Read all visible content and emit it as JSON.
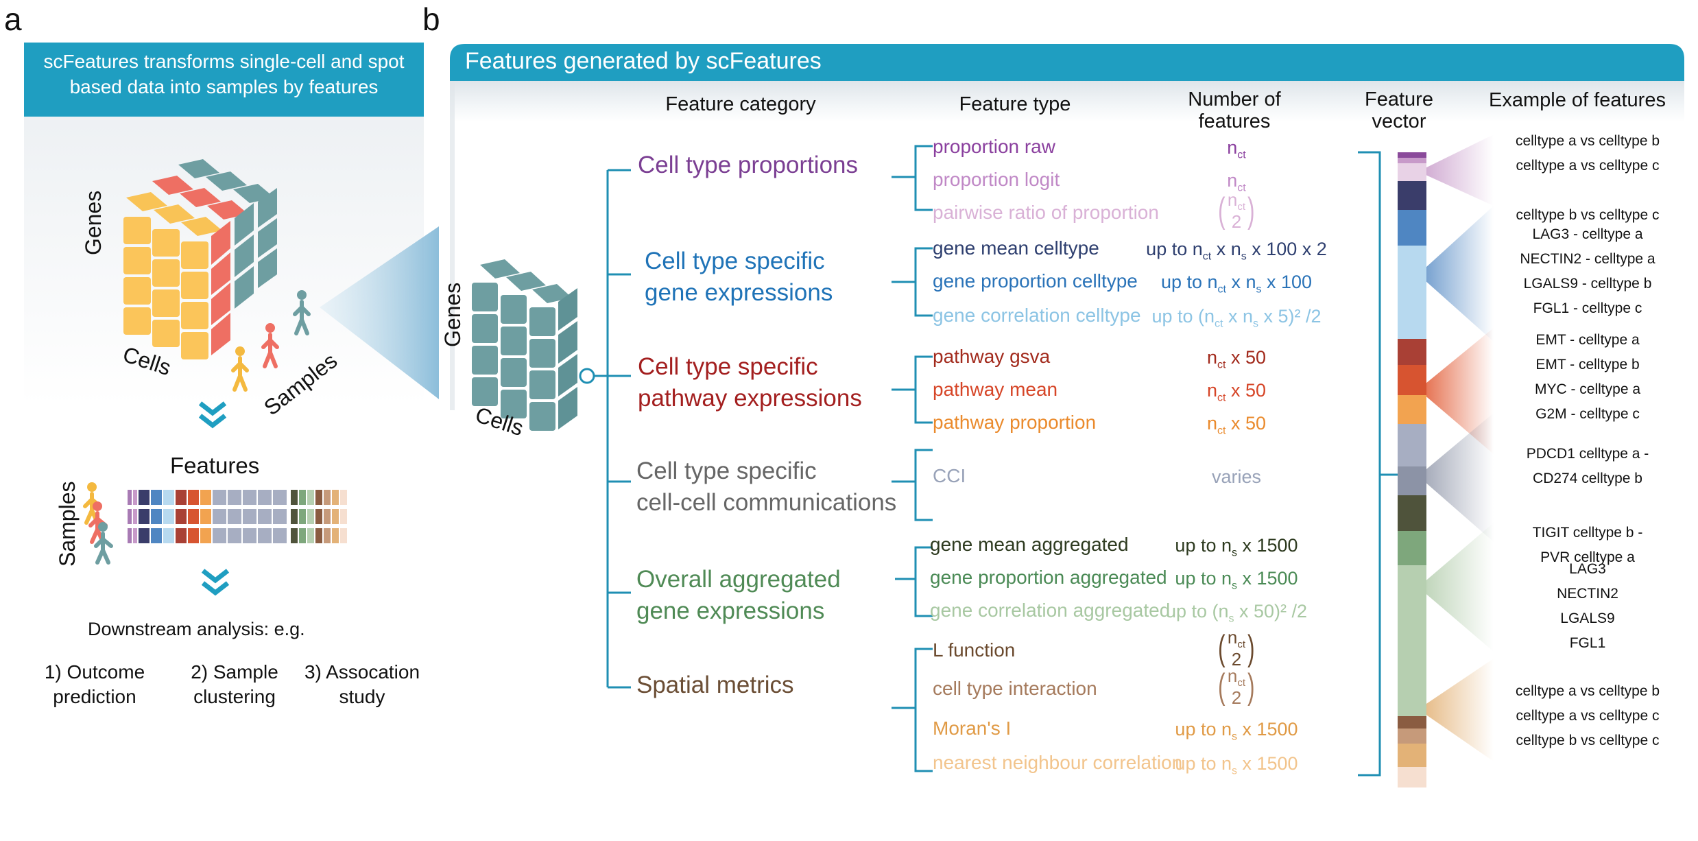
{
  "panel_a": {
    "letter": "a",
    "banner_line1": "scFeatures transforms single-cell and spot",
    "banner_line2": "based data into samples by features",
    "cube_genes": "Genes",
    "cube_cells": "Cells",
    "cube_samples": "Samples",
    "features_title": "Features",
    "samples_label": "Samples",
    "downstream": "Downstream analysis: e.g.",
    "analysis": [
      {
        "line1": "1) Outcome",
        "line2": "prediction"
      },
      {
        "line1": "2) Sample",
        "line2": "clustering"
      },
      {
        "line1": "3) Assocation",
        "line2": "study"
      }
    ]
  },
  "panel_b": {
    "letter": "b",
    "banner": "Features generated by scFeatures",
    "cube_genes": "Genes",
    "cube_cells": "Cells",
    "headers": {
      "category": "Feature category",
      "type": "Feature type",
      "number_line1": "Number of",
      "number_line2": "features",
      "vector_line1": "Feature",
      "vector_line2": "vector",
      "examples": "Example of features"
    },
    "categories": [
      {
        "line1": "Cell type proportions",
        "line2": "",
        "color": "#7b3f93"
      },
      {
        "line1": "Cell type specific",
        "line2": "gene expressions",
        "color": "#1f73b7"
      },
      {
        "line1": "Cell type specific",
        "line2": "pathway expressions",
        "color": "#a31f1f"
      },
      {
        "line1": "Cell type specific",
        "line2": "cell-cell communications",
        "color": "#666666"
      },
      {
        "line1": "Overall aggregated",
        "line2": "gene expressions",
        "color": "#4f8a55"
      },
      {
        "line1": "Spatial metrics",
        "line2": "",
        "color": "#6b4e35"
      }
    ],
    "feature_types": [
      {
        "label": "proportion raw",
        "color": "#8a3f9e",
        "num": {
          "pre": "n",
          "sub": "ct",
          "post": ""
        }
      },
      {
        "label": "proportion logit",
        "color": "#c088c6",
        "num": {
          "pre": "n",
          "sub": "ct",
          "post": ""
        }
      },
      {
        "label": "pairwise ratio of proportion",
        "color": "#d9b1d6",
        "num": {
          "top": "n",
          "sub": "ct",
          "bottom": "2"
        }
      },
      {
        "label": "gene mean celltype",
        "color": "#2e3f6f",
        "num": {
          "text": "up to n_ct x n_s x 100 x 2"
        }
      },
      {
        "label": "gene proportion celltype",
        "color": "#2a73b8",
        "num": {
          "text": "up to n_ct x n_s x 100"
        }
      },
      {
        "label": "gene correlation celltype",
        "color": "#8cc4e4",
        "num": {
          "text": "up to (n_ct x n_s x 5)² /2"
        }
      },
      {
        "label": "pathway gsva",
        "color": "#a22a1c",
        "num": {
          "text": "n_ct x 50"
        }
      },
      {
        "label": "pathway mean",
        "color": "#d64527",
        "num": {
          "text": "n_ct x 50"
        }
      },
      {
        "label": "pathway proportion",
        "color": "#ea8a2c",
        "num": {
          "text": "n_ct x 50"
        }
      },
      {
        "label": "CCI",
        "color": "#98a2b8",
        "num": {
          "text": "varies"
        }
      },
      {
        "label": "gene mean aggregated",
        "color": "#2d3a1f",
        "num": {
          "text": "up to n_s x 1500"
        }
      },
      {
        "label": "gene proportion aggregated",
        "color": "#4a8a55",
        "num": {
          "text": "up to n_s x 1500"
        }
      },
      {
        "label": "gene correlation aggregated",
        "color": "#a8c8a2",
        "num": {
          "text": "up to (n_s x 50)² /2"
        }
      },
      {
        "label": "L function",
        "color": "#6b4a2e",
        "num": {
          "top": "n",
          "sub": "ct",
          "bottom": "2"
        }
      },
      {
        "label": "cell type interaction",
        "color": "#a57a5c",
        "num": {
          "top": "n",
          "sub": "ct",
          "bottom": "2"
        }
      },
      {
        "label": "Moran's I",
        "color": "#e09a45",
        "num": {
          "text": "up to n_s x 1500"
        }
      },
      {
        "label": "nearest neighbour correlation",
        "color": "#f2c48c",
        "num": {
          "text": "up to n_s x 1500"
        }
      }
    ],
    "examples": [
      [
        "celltype a vs celltype b",
        "celltype a vs celltype c",
        "celltype b vs celltype c"
      ],
      [
        "LAG3 - celltype a",
        "NECTIN2 - celltype a",
        "LGALS9 - celltype b",
        "FGL1 - celltype c"
      ],
      [
        "EMT - celltype a",
        "EMT - celltype b",
        "MYC - celltype a",
        "G2M - celltype c"
      ],
      [
        "PDCD1 celltype a -",
        "CD274 celltype b",
        "TIGIT celltype b -",
        "PVR celltype a"
      ],
      [
        "LAG3",
        "NECTIN2",
        "LGALS9",
        "FGL1"
      ],
      [
        "celltype a vs celltype b",
        "celltype a vs celltype c",
        "celltype b vs celltype c"
      ]
    ],
    "vector_colors": [
      "#8a4a9a",
      "#c79ac9",
      "#e8d2e6",
      "#3a3d6a",
      "#4f86c2",
      "#b7d9ef",
      "#a94035",
      "#d75430",
      "#f2a350",
      "#a7aec2",
      "#8c93a6",
      "#4f533b",
      "#7ea77c",
      "#b6cfb0",
      "#8a5c41",
      "#c69a7a",
      "#e3b277",
      "#f6dfd0"
    ]
  },
  "colors": {
    "banner_teal": "#1f9ec1",
    "bracket_teal": "#1f8fb3"
  }
}
